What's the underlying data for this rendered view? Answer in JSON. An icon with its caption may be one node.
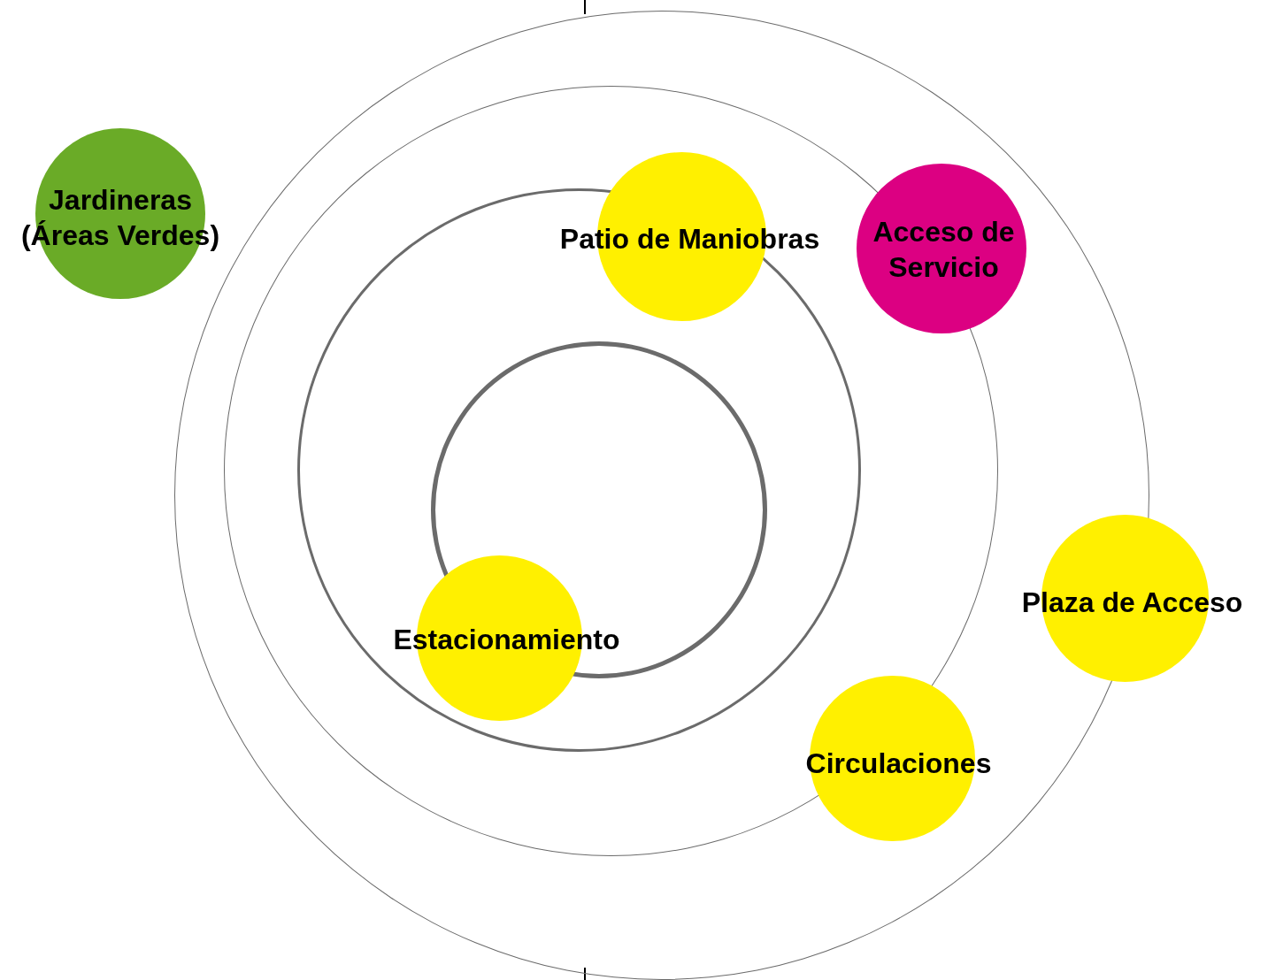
{
  "diagram": {
    "nodes": [
      {
        "text": [],
        "shape": "circle"
      },
      {
        "text": [],
        "shape": "circle",
        "in": 0
      },
      {
        "text": [],
        "shape": "circle",
        "in": 1
      },
      {
        "text": [],
        "shape": "circle",
        "in": 2
      },
      {
        "text": [
          "Jardineras (Áreas Verdes)"
        ]
      },
      {
        "text": [
          "Patio de Maniobras"
        ],
        "in": 1
      },
      {
        "text": [
          "Acceso de Servicio"
        ],
        "in": 0
      },
      {
        "text": [
          "Plaza de Acceso"
        ]
      },
      {
        "text": [
          "Estacionamiento"
        ],
        "in": 2
      },
      {
        "text": [
          "Circulaciones"
        ],
        "in": 1
      }
    ]
  }
}
